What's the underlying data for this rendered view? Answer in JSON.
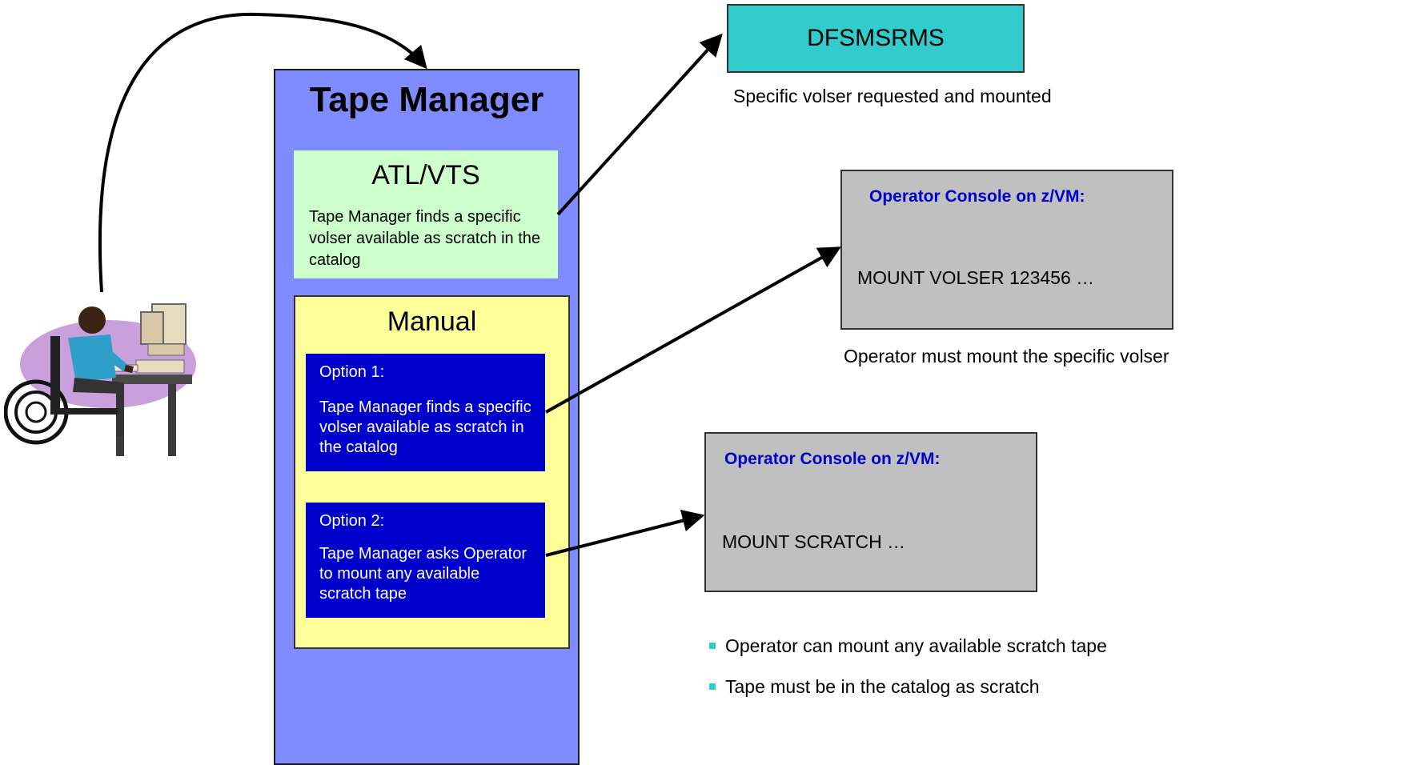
{
  "tape_manager": {
    "title": "Tape Manager",
    "atl_vts": {
      "title": "ATL/VTS",
      "description": "Tape Manager finds a specific volser available as scratch in the catalog"
    },
    "manual": {
      "title": "Manual",
      "options": [
        {
          "label": "Option 1:",
          "text": "Tape Manager finds a specific volser available as scratch in the catalog"
        },
        {
          "label": "Option 2:",
          "text": "Tape Manager asks Operator to mount any available scratch tape"
        }
      ]
    }
  },
  "dfsmsrms": {
    "label": "DFSMSRMS",
    "caption": "Specific volser requested and mounted"
  },
  "console_specific": {
    "title": "Operator Console on z/VM:",
    "command": "MOUNT VOLSER 123456 …",
    "caption": "Operator must mount the specific volser"
  },
  "console_scratch": {
    "title": "Operator Console on z/VM:",
    "command": "MOUNT SCRATCH …",
    "bullets": [
      "Operator can mount any available scratch tape",
      "Tape must be in the catalog as scratch"
    ]
  },
  "colors": {
    "tape_manager_bg": "#7f8cff",
    "atl_bg": "#ccffcc",
    "manual_bg": "#ffff99",
    "option_bg": "#0000cc",
    "dfsmsrms_bg": "#33cccc",
    "console_bg": "#c0c0c0",
    "console_title": "#0000cc",
    "bullet": "#33cccc"
  },
  "icons": {
    "person": "user-at-computer-wheelchair-icon"
  }
}
